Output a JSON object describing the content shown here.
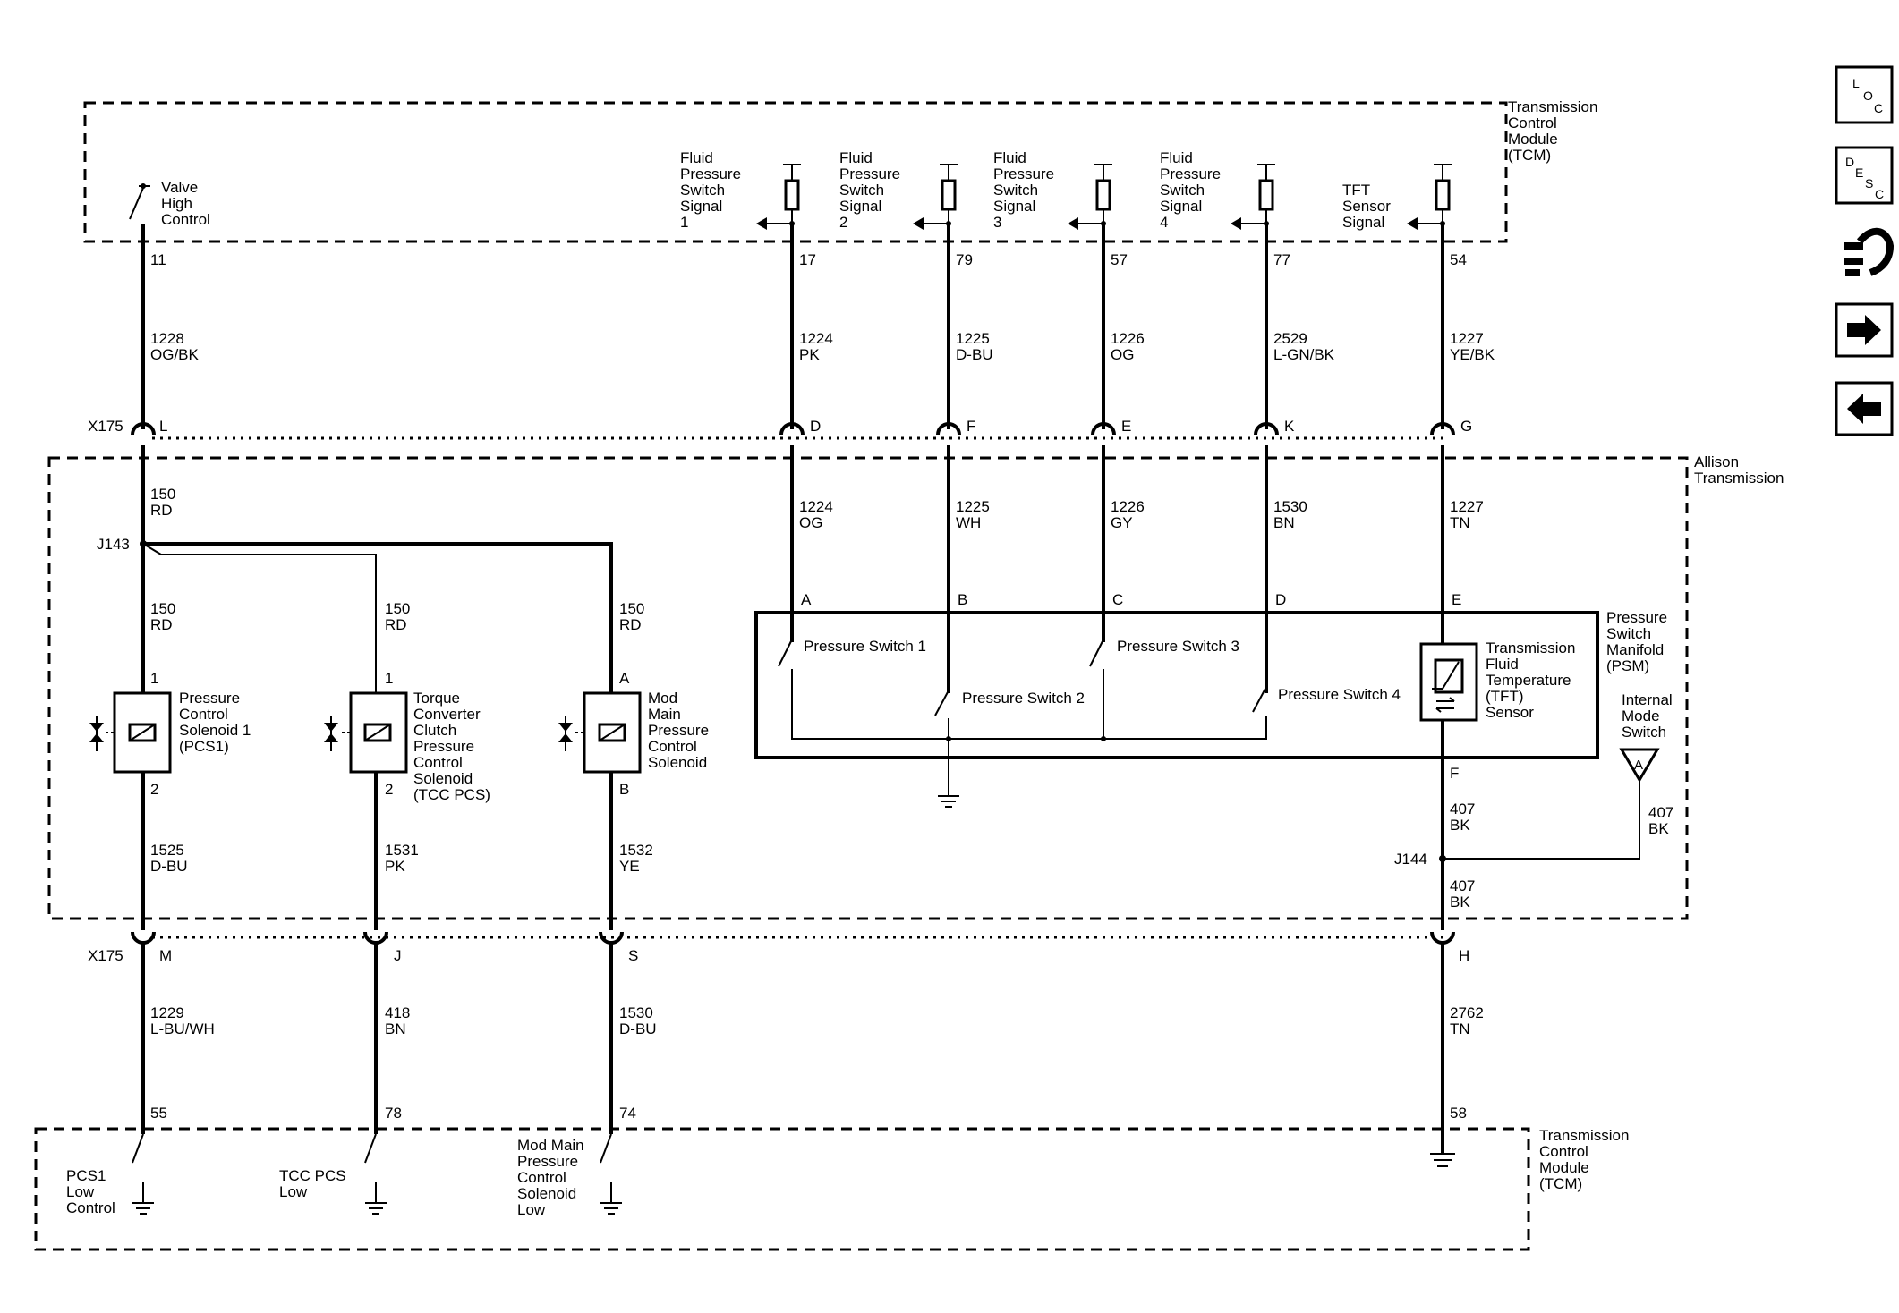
{
  "modules": {
    "tcm_top": [
      "Transmission",
      "Control",
      "Module",
      "(TCM)"
    ],
    "tcm_bottom": [
      "Transmission",
      "Control",
      "Module",
      "(TCM)"
    ],
    "allison": [
      "Allison",
      "Transmission"
    ],
    "psm": [
      "Pressure",
      "Switch",
      "Manifold",
      "(PSM)"
    ]
  },
  "connectors": {
    "x175": "X175",
    "j143": "J143",
    "j144": "J144"
  },
  "top_inputs": [
    {
      "label": [
        "Valve",
        "High",
        "Control"
      ],
      "pin": "11",
      "circuit": "1228",
      "color": "OG/BK",
      "x175_pin": "L"
    },
    {
      "label": [
        "Fluid",
        "Pressure",
        "Switch",
        "Signal",
        "1"
      ],
      "pin": "17",
      "circuit": "1224",
      "color": "PK",
      "x175_pin": "D",
      "inner_circuit": "1224",
      "inner_color": "OG",
      "psm_pin": "A"
    },
    {
      "label": [
        "Fluid",
        "Pressure",
        "Switch",
        "Signal",
        "2"
      ],
      "pin": "79",
      "circuit": "1225",
      "color": "D-BU",
      "x175_pin": "F",
      "inner_circuit": "1225",
      "inner_color": "WH",
      "psm_pin": "B"
    },
    {
      "label": [
        "Fluid",
        "Pressure",
        "Switch",
        "Signal",
        "3"
      ],
      "pin": "57",
      "circuit": "1226",
      "color": "OG",
      "x175_pin": "E",
      "inner_circuit": "1226",
      "inner_color": "GY",
      "psm_pin": "C"
    },
    {
      "label": [
        "Fluid",
        "Pressure",
        "Switch",
        "Signal",
        "4"
      ],
      "pin": "77",
      "circuit": "2529",
      "color": "L-GN/BK",
      "x175_pin": "K",
      "inner_circuit": "1530",
      "inner_color": "BN",
      "psm_pin": "D"
    },
    {
      "label": [
        "TFT",
        "Sensor",
        "Signal"
      ],
      "pin": "54",
      "circuit": "1227",
      "color": "YE/BK",
      "x175_pin": "G",
      "inner_circuit": "1227",
      "inner_color": "TN",
      "psm_pin": "E"
    }
  ],
  "feed": {
    "circuit": "150",
    "color": "RD"
  },
  "solenoids": [
    {
      "label": [
        "Pressure",
        "Control",
        "Solenoid 1",
        "(PCS1)"
      ],
      "pin_top": "1",
      "pin_bottom": "2",
      "out_circuit": "1525",
      "out_color": "D-BU",
      "x175_pin": "M",
      "tcm_circuit": "1229",
      "tcm_color": "L-BU/WH",
      "tcm_pin": "55",
      "tcm_label": [
        "PCS1",
        "Low",
        "Control"
      ]
    },
    {
      "label": [
        "Torque",
        "Converter",
        "Clutch",
        "Pressure",
        "Control",
        "Solenoid",
        "(TCC PCS)"
      ],
      "pin_top": "1",
      "pin_bottom": "2",
      "out_circuit": "1531",
      "out_color": "PK",
      "x175_pin": "J",
      "tcm_circuit": "418",
      "tcm_color": "BN",
      "tcm_pin": "78",
      "tcm_label": [
        "TCC PCS",
        "Low"
      ]
    },
    {
      "label": [
        "Mod",
        "Main",
        "Pressure",
        "Control",
        "Solenoid"
      ],
      "pin_top": "A",
      "pin_bottom": "B",
      "out_circuit": "1532",
      "out_color": "YE",
      "x175_pin": "S",
      "tcm_circuit": "1530",
      "tcm_color": "D-BU",
      "tcm_pin": "74",
      "tcm_label": [
        "Mod Main",
        "Pressure",
        "Control",
        "Solenoid",
        "Low"
      ]
    }
  ],
  "pressure_switches": [
    "Pressure Switch 1",
    "Pressure Switch 2",
    "Pressure Switch 3",
    "Pressure Switch 4"
  ],
  "tft_sensor": [
    "Transmission",
    "Fluid",
    "Temperature",
    "(TFT)",
    "Sensor"
  ],
  "tft_return": {
    "psm_pin": "F",
    "circuit_a": "407",
    "color_a": "BK",
    "circuit_b": "407",
    "color_b": "BK",
    "x175_pin": "H",
    "tcm_circuit": "2762",
    "tcm_color": "TN",
    "tcm_pin": "58"
  },
  "internal_mode_switch": {
    "label": [
      "Internal",
      "Mode",
      "Switch"
    ],
    "symbol": "A",
    "circuit": "407",
    "color": "BK"
  },
  "nav_buttons": [
    {
      "name": "loc-button",
      "letters": [
        "L",
        "O",
        "C"
      ]
    },
    {
      "name": "desc-button",
      "letters": [
        "D",
        "E",
        "S",
        "C"
      ]
    },
    {
      "name": "connector-view-button",
      "icon": "connector-icon"
    },
    {
      "name": "next-page-button",
      "icon": "arrow-right-icon"
    },
    {
      "name": "previous-page-button",
      "icon": "arrow-left-icon"
    }
  ]
}
